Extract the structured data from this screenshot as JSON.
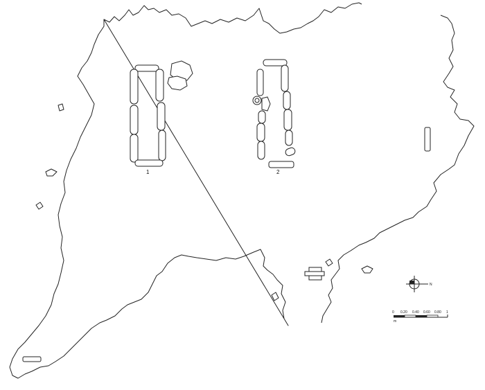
{
  "features": {
    "grave1_label": "1",
    "grave2_label": "2"
  },
  "north_arrow": {
    "letter": "N"
  },
  "scale_bar": {
    "ticks": [
      "0",
      "0.20",
      "0.40",
      "0.60",
      "0.80",
      "1"
    ],
    "unit": "m"
  }
}
